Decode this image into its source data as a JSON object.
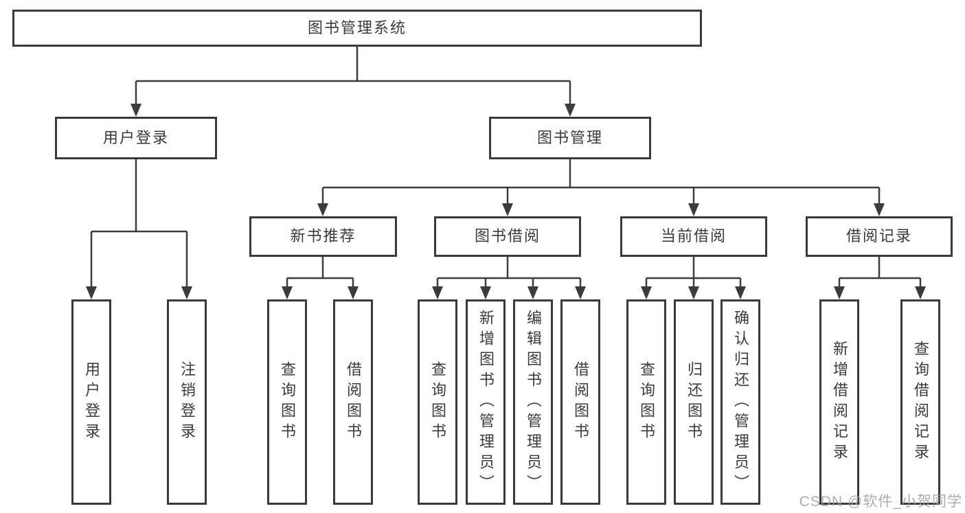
{
  "colors": {
    "line": "#3c3c3c",
    "box_border": "#3a3a3a",
    "box_fill": "#ffffff",
    "text": "#3a3a3a",
    "watermark": "#9e9e9e"
  },
  "tree": {
    "root": {
      "label": "图书管理系统"
    },
    "branches": [
      {
        "label": "用户登录",
        "leaves": [
          "用户登录",
          "注销登录"
        ]
      },
      {
        "label": "图书管理",
        "groups": [
          {
            "label": "新书推荐",
            "leaves": [
              "查询图书",
              "借阅图书"
            ]
          },
          {
            "label": "图书借阅",
            "leaves": [
              "查询图书",
              "新增图书（管理员）",
              "编辑图书（管理员）",
              "借阅图书"
            ]
          },
          {
            "label": "当前借阅",
            "leaves": [
              "查询图书",
              "归还图书",
              "确认归还（管理员）"
            ]
          },
          {
            "label": "借阅记录",
            "leaves": [
              "新增借阅记录",
              "查询借阅记录"
            ]
          }
        ]
      }
    ]
  },
  "watermark": "CSDN @软件_小贺同学"
}
